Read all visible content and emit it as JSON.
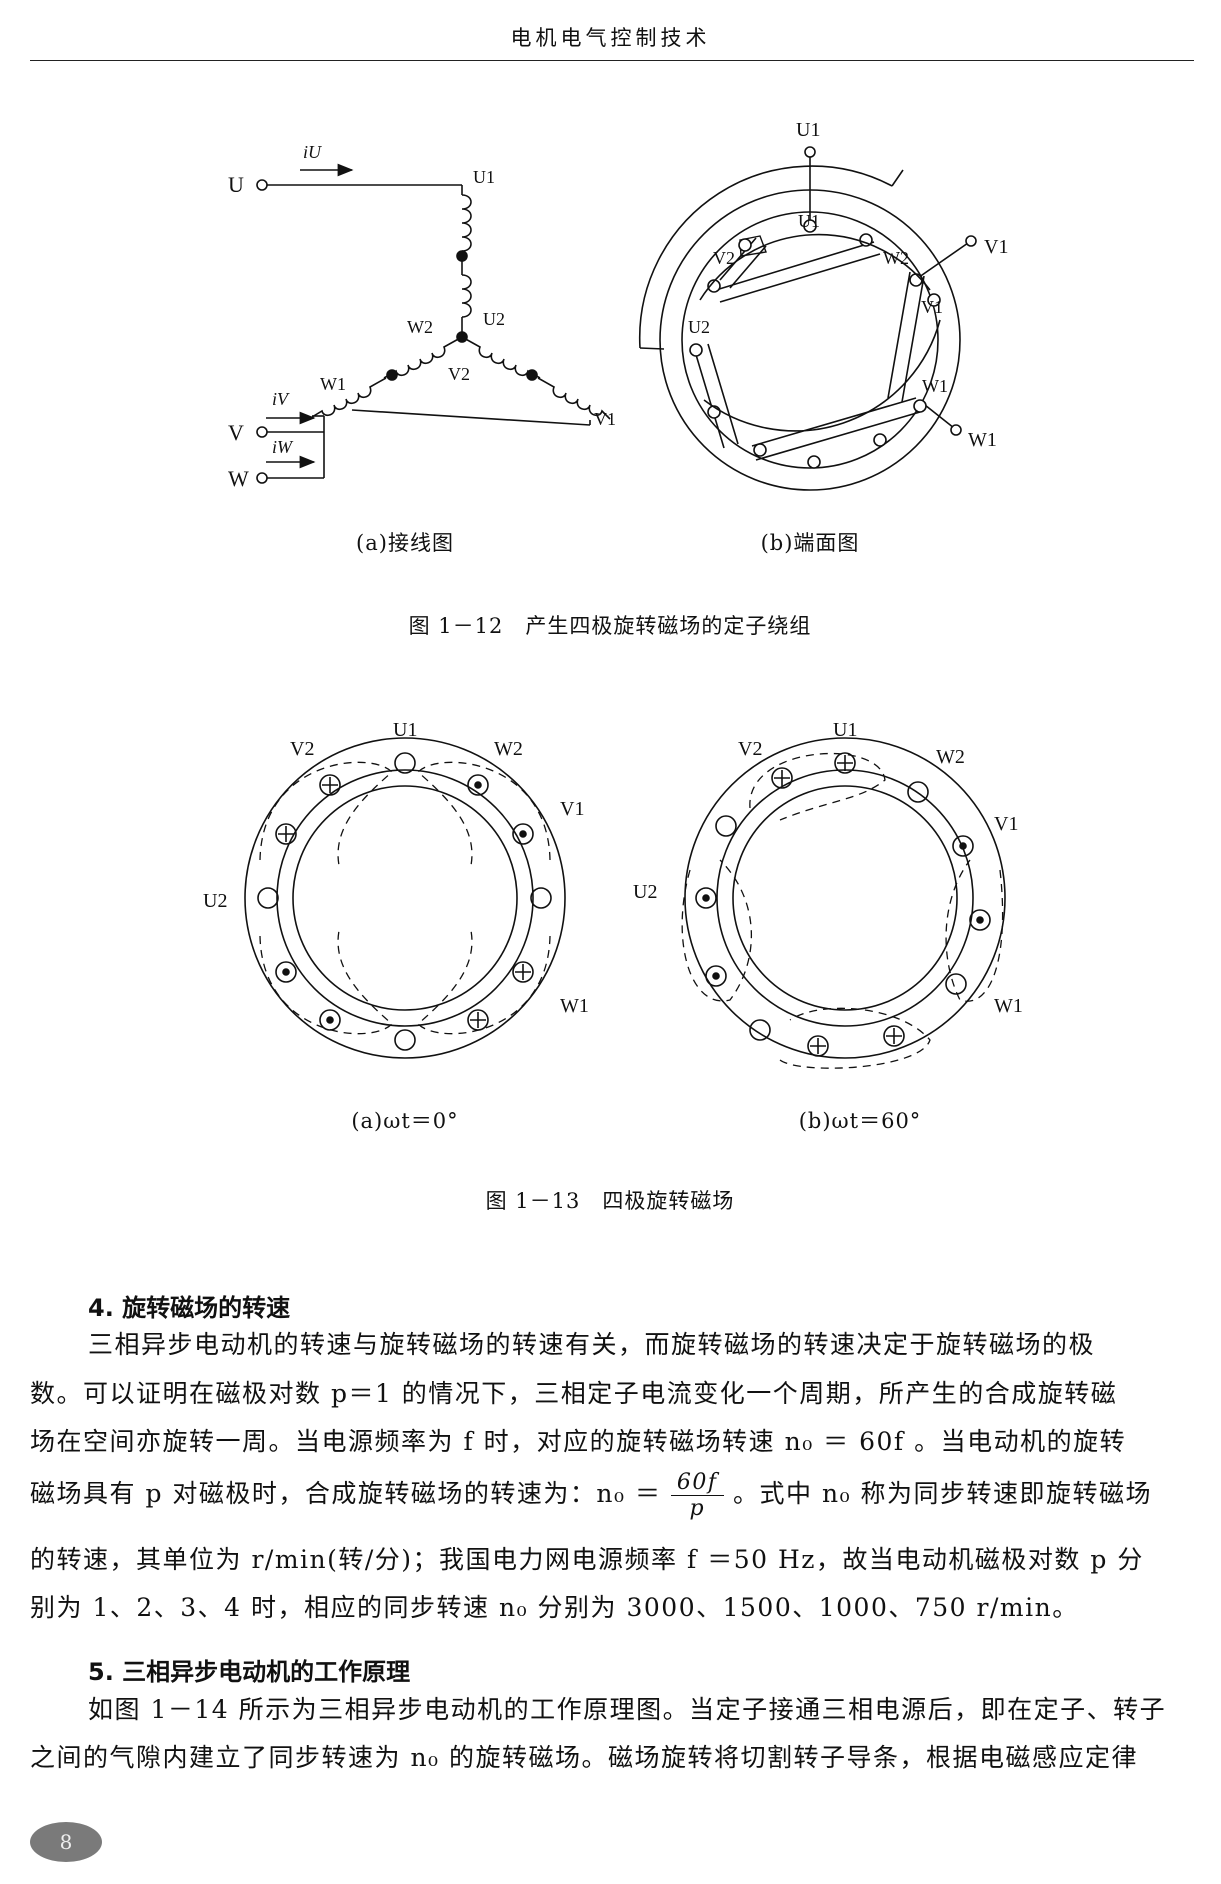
{
  "header": {
    "title": "电机电气控制技术"
  },
  "figure_1_12": {
    "caption": "图 1－12　产生四极旋转磁场的定子绕组",
    "sub_a": "(a)接线图",
    "sub_b": "(b)端面图",
    "labels_a": {
      "U": "U",
      "V": "V",
      "W": "W",
      "iU": "iU",
      "iV": "iV",
      "iW": "iW",
      "U1": "U1",
      "U2": "U2",
      "V1": "V1",
      "V2": "V2",
      "W1": "W1",
      "W2": "W2"
    },
    "labels_b": {
      "U1": "U1",
      "U1b": "U1",
      "U2": "U2",
      "V1": "V1",
      "V1b": "V1",
      "V2": "V2",
      "W1": "W1",
      "W1b": "W1",
      "W2": "W2"
    }
  },
  "figure_1_13": {
    "caption": "图 1－13　四极旋转磁场",
    "sub_a": "(a)ωt＝0°",
    "sub_b": "(b)ωt＝60°",
    "labels": {
      "U1": "U1",
      "U2": "U2",
      "V1": "V1",
      "V2": "V2",
      "W1": "W1",
      "W2": "W2"
    }
  },
  "section4": {
    "heading": "4. 旋转磁场的转速",
    "lines": [
      "三相异步电动机的转速与旋转磁场的转速有关，而旋转磁场的转速决定于旋转磁场的极",
      "数。可以证明在磁极对数 p＝1 的情况下，三相定子电流变化一个周期，所产生的合成旋转磁",
      "场在空间亦旋转一周。当电源频率为 f 时，对应的旋转磁场转速 n₀ ＝ 60f 。当电动机的旋转"
    ],
    "formula_before": "磁场具有 p 对磁极时，合成旋转磁场的转速为：n₀ ＝",
    "formula_num": "60f",
    "formula_den": "p",
    "formula_after": "。式中 n₀ 称为同步转速即旋转磁场",
    "lines2": [
      "的转速，其单位为 r/min(转/分)；我国电力网电源频率 f ＝50 Hz，故当电动机磁极对数 p 分",
      "别为 1、2、3、4 时，相应的同步转速 n₀ 分别为 3000、1500、1000、750 r/min。"
    ]
  },
  "section5": {
    "heading": "5. 三相异步电动机的工作原理",
    "lines": [
      "如图 1－14 所示为三相异步电动机的工作原理图。当定子接通三相电源后，即在定子、转子",
      "之间的气隙内建立了同步转速为 n₀ 的旋转磁场。磁场旋转将切割转子导条，根据电磁感应定律"
    ]
  },
  "footer": {
    "page_number": "8"
  }
}
